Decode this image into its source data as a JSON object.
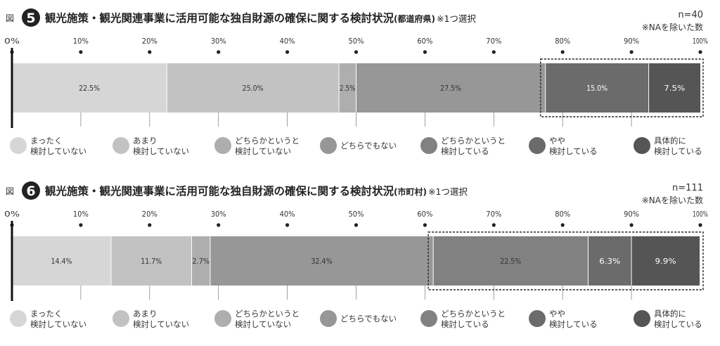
{
  "figure_label": "図",
  "select_note": "※1つ選択",
  "na_note": "※NAを除いた数",
  "axis_ticks": [
    "0%",
    "10%",
    "20%",
    "30%",
    "40%",
    "50%",
    "60%",
    "70%",
    "80%",
    "90%",
    "100%"
  ],
  "legend": [
    {
      "line1": "まったく",
      "line2": "検討していない",
      "color": "#d6d6d6"
    },
    {
      "line1": "あまり",
      "line2": "検討していない",
      "color": "#c2c2c3"
    },
    {
      "line1": "どちらかというと",
      "line2": "検討していない",
      "color": "#aeaeaf"
    },
    {
      "line1": "どちらでもない",
      "line2": "",
      "color": "#979798"
    },
    {
      "line1": "どちらかというと",
      "line2": "検討している",
      "color": "#818182"
    },
    {
      "line1": "やや",
      "line2": "検討している",
      "color": "#6b6b6c"
    },
    {
      "line1": "具体的に",
      "line2": "検討している",
      "color": "#555556"
    }
  ],
  "chart_data": [
    {
      "type": "bar",
      "orientation": "horizontal-stacked-100",
      "number": "5",
      "title": "観光施策・観光関連事業に活用可能な独自財源の確保に関する検討状況",
      "subtitle": "(都道府県)",
      "n_label": "n=40",
      "xlim": [
        0,
        100
      ],
      "series": [
        {
          "name": "まったく検討していない",
          "values": [
            22.5
          ],
          "label": "22.5%"
        },
        {
          "name": "あまり検討していない",
          "values": [
            25.0
          ],
          "label": "25.0%"
        },
        {
          "name": "どちらかというと検討していない",
          "values": [
            2.5
          ],
          "label": "2.5%"
        },
        {
          "name": "どちらでもない",
          "values": [
            27.5
          ],
          "label": "27.5%"
        },
        {
          "name": "どちらかというと検討している",
          "values": [
            0
          ],
          "label": ""
        },
        {
          "name": "やや検討している",
          "values": [
            15.0
          ],
          "label": "15.0%"
        },
        {
          "name": "具体的に検討している",
          "values": [
            7.5
          ],
          "label": "7.5%"
        }
      ],
      "highlight_from_series": 4
    },
    {
      "type": "bar",
      "orientation": "horizontal-stacked-100",
      "number": "6",
      "title": "観光施策・観光関連事業に活用可能な独自財源の確保に関する検討状況",
      "subtitle": "(市町村)",
      "n_label": "n=111",
      "xlim": [
        0,
        100
      ],
      "series": [
        {
          "name": "まったく検討していない",
          "values": [
            14.4
          ],
          "label": "14.4%"
        },
        {
          "name": "あまり検討していない",
          "values": [
            11.7
          ],
          "label": "11.7%"
        },
        {
          "name": "どちらかというと検討していない",
          "values": [
            2.7
          ],
          "label": "2.7%"
        },
        {
          "name": "どちらでもない",
          "values": [
            32.4
          ],
          "label": "32.4%"
        },
        {
          "name": "どちらかというと検討している",
          "values": [
            22.5
          ],
          "label": "22.5%"
        },
        {
          "name": "やや検討している",
          "values": [
            6.3
          ],
          "label": "6.3%"
        },
        {
          "name": "具体的に検討している",
          "values": [
            9.9
          ],
          "label": "9.9%"
        }
      ],
      "highlight_from_series": 4
    }
  ]
}
